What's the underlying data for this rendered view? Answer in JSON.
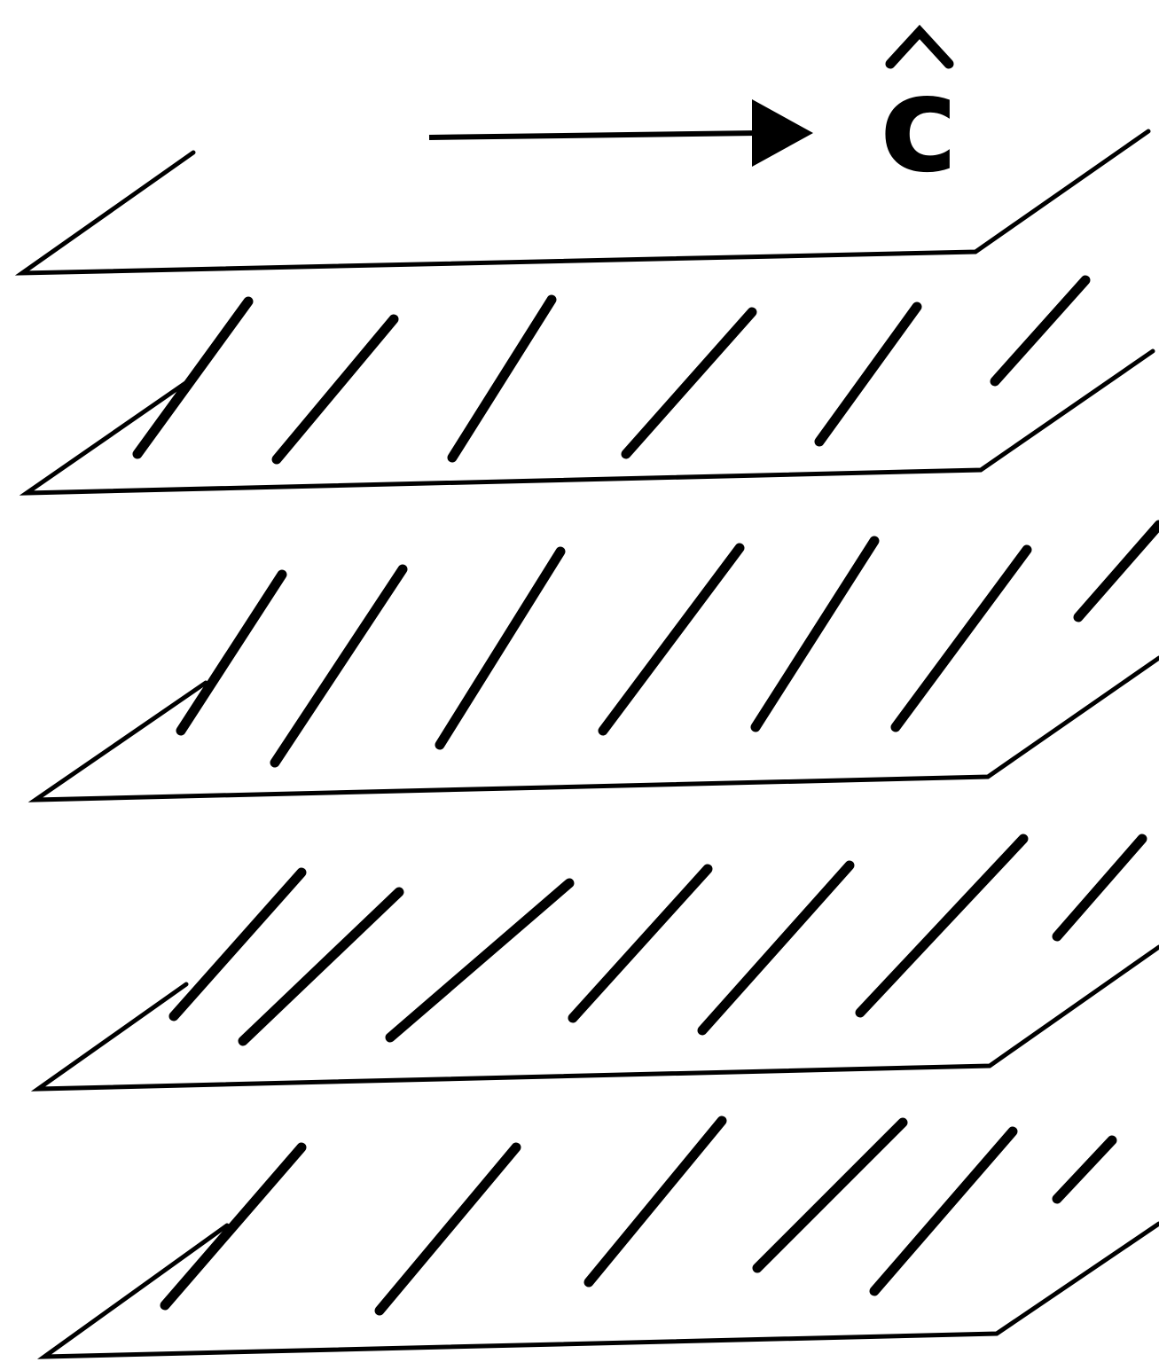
{
  "diagram": {
    "axis_label": "c",
    "layers": [
      {
        "id": "layer-1",
        "rods": 6
      },
      {
        "id": "layer-2",
        "rods": 7
      },
      {
        "id": "layer-3",
        "rods": 7
      },
      {
        "id": "layer-4",
        "rods": 6
      }
    ],
    "planes": 5
  }
}
